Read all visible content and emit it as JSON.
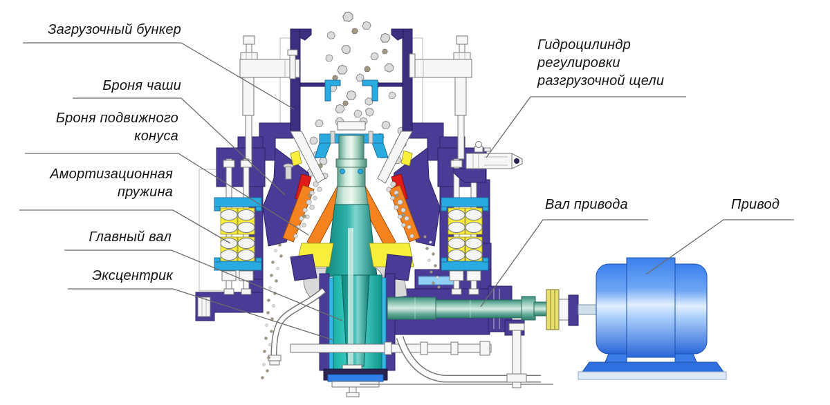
{
  "diagram": {
    "subject": "Схема устройства конусной дробилки",
    "labels": {
      "hopper": "Загрузочный бункер",
      "bowl_liner": "Броня чаши",
      "cone_liner": "Броня подвижного конуса",
      "damper_spring": "Амортизационная пружина",
      "main_shaft": "Главный вал",
      "eccentric": "Эксцентрик",
      "hydraulic_cylinder": "Гидроцилиндр регулировки разгрузочной щели",
      "drive_shaft": "Вал привода",
      "drive": "Привод"
    },
    "colors": {
      "housing_purple": "#4a3b96",
      "housing_dark": "#2c2065",
      "liner_orange": "#f5831f",
      "liner_red": "#e01b19",
      "shaft_teal": "#2fb3ab",
      "accent_cyan": "#29abe2",
      "spring_yellow": "#f7ef3c",
      "motor_blue": "#2f6fe0",
      "rock_gray": "#d6d6d6",
      "rock_brown": "#a09784",
      "leader_line": "#6b6b6b",
      "background": "#ffffff"
    }
  }
}
